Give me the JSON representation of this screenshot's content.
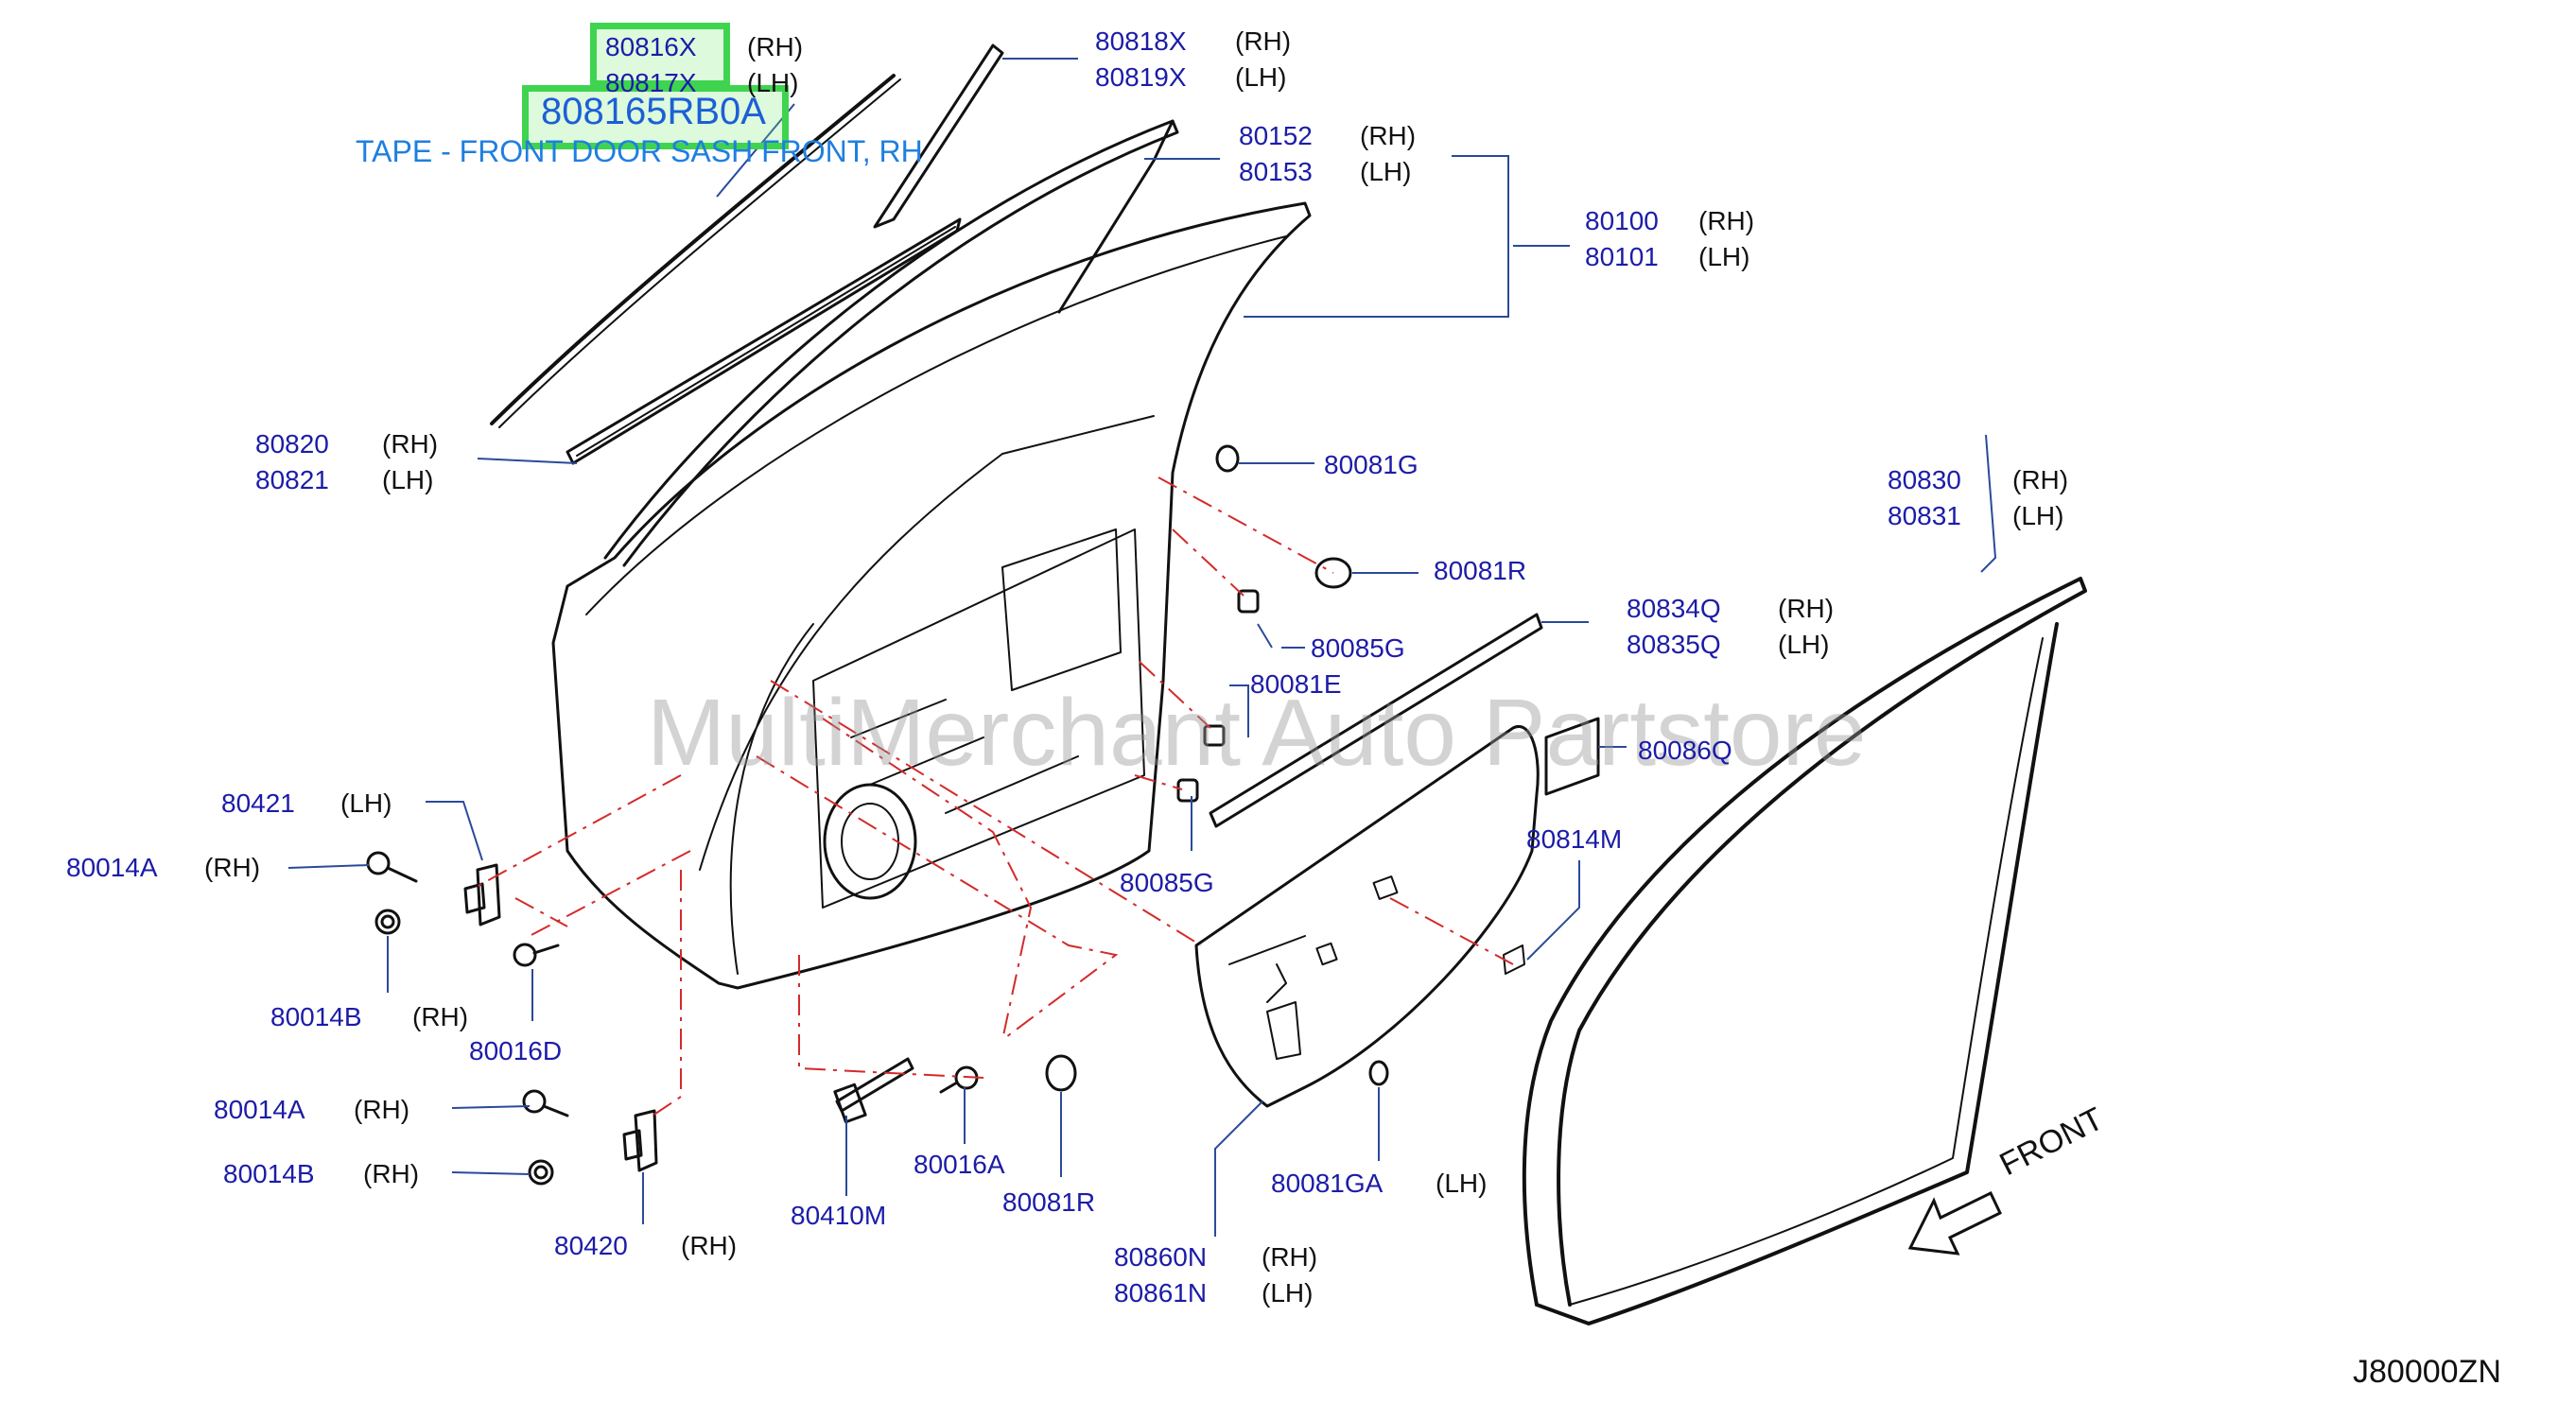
{
  "highlight": {
    "part": "80816X",
    "big_number": "808165RB0A",
    "description": "TAPE - FRONT DOOR SASH FRONT, RH"
  },
  "watermark": "MultiMerchant Auto Partstore",
  "diagram_ref": "J80000ZN",
  "front_label": "FRONT",
  "callouts": [
    {
      "id": "c80816",
      "num": "80816X",
      "side": "(RH)"
    },
    {
      "id": "c80817",
      "num": "80817X",
      "side": "(LH)"
    },
    {
      "id": "c80818",
      "num": "80818X",
      "side": "(RH)"
    },
    {
      "id": "c80819",
      "num": "80819X",
      "side": "(LH)"
    },
    {
      "id": "c80152",
      "num": "80152",
      "side": "(RH)"
    },
    {
      "id": "c80153",
      "num": "80153",
      "side": "(LH)"
    },
    {
      "id": "c80100",
      "num": "80100",
      "side": "(RH)"
    },
    {
      "id": "c80101",
      "num": "80101",
      "side": "(LH)"
    },
    {
      "id": "c80820",
      "num": "80820",
      "side": "(RH)"
    },
    {
      "id": "c80821",
      "num": "80821",
      "side": "(LH)"
    },
    {
      "id": "c80081G",
      "num": "80081G",
      "side": ""
    },
    {
      "id": "c80081R_top",
      "num": "80081R",
      "side": ""
    },
    {
      "id": "c80830",
      "num": "80830",
      "side": "(RH)"
    },
    {
      "id": "c80831",
      "num": "80831",
      "side": "(LH)"
    },
    {
      "id": "c80834Q",
      "num": "80834Q",
      "side": "(RH)"
    },
    {
      "id": "c80835Q",
      "num": "80835Q",
      "side": "(LH)"
    },
    {
      "id": "c80085G_top",
      "num": "80085G",
      "side": ""
    },
    {
      "id": "c80081E",
      "num": "80081E",
      "side": ""
    },
    {
      "id": "c80086Q",
      "num": "80086Q",
      "side": ""
    },
    {
      "id": "c80421",
      "num": "80421",
      "side": "(LH)"
    },
    {
      "id": "c80014A_top",
      "num": "80014A",
      "side": "(RH)"
    },
    {
      "id": "c80814M",
      "num": "80814M",
      "side": ""
    },
    {
      "id": "c80085G_bot",
      "num": "80085G",
      "side": ""
    },
    {
      "id": "c80014B_top",
      "num": "80014B",
      "side": "(RH)"
    },
    {
      "id": "c80016D",
      "num": "80016D",
      "side": ""
    },
    {
      "id": "c80014A_bot",
      "num": "80014A",
      "side": "(RH)"
    },
    {
      "id": "c80016A",
      "num": "80016A",
      "side": ""
    },
    {
      "id": "c80014B_bot",
      "num": "80014B",
      "side": "(RH)"
    },
    {
      "id": "c80081R_bot",
      "num": "80081R",
      "side": ""
    },
    {
      "id": "c80081GA",
      "num": "80081GA",
      "side": "(LH)"
    },
    {
      "id": "c80410M",
      "num": "80410M",
      "side": ""
    },
    {
      "id": "c80420",
      "num": "80420",
      "side": "(RH)"
    },
    {
      "id": "c80860N",
      "num": "80860N",
      "side": "(RH)"
    },
    {
      "id": "c80861N",
      "num": "80861N",
      "side": "(LH)"
    }
  ]
}
